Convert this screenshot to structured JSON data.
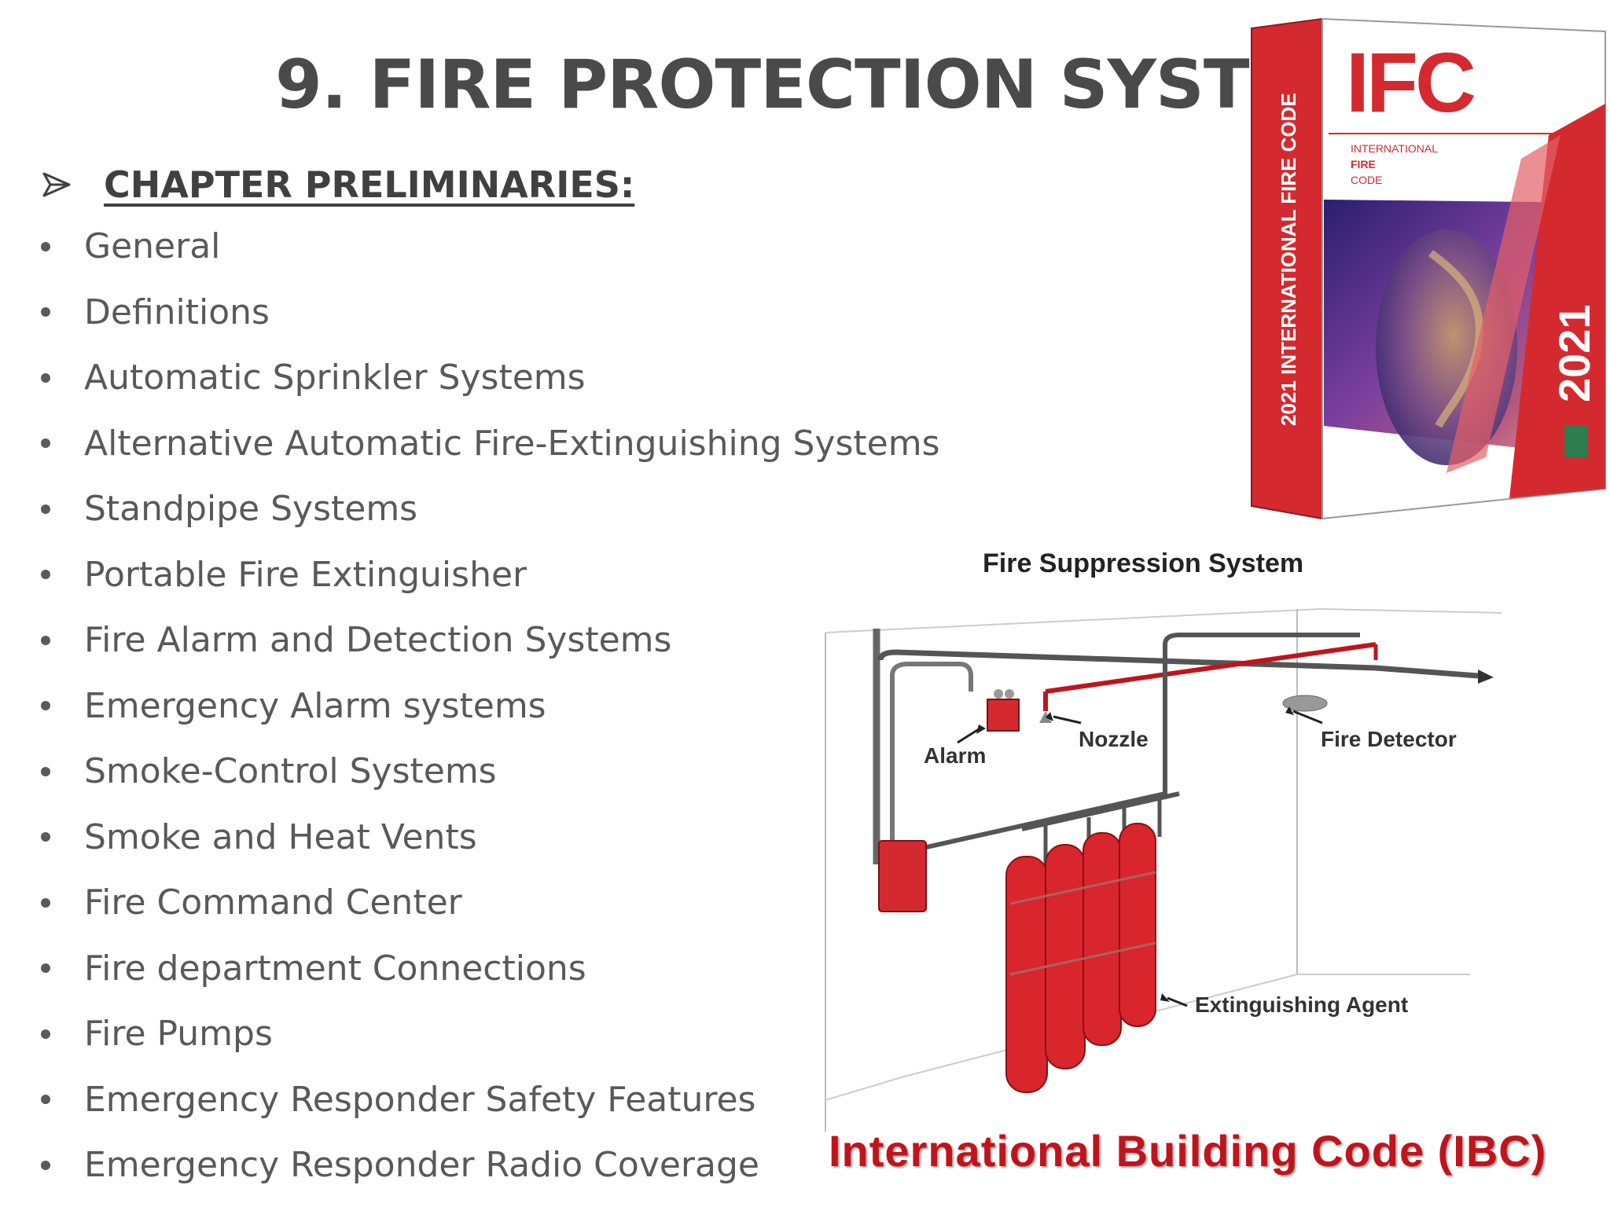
{
  "slide": {
    "title": "9. FIRE PROTECTION SYSTEMS",
    "section_heading": "CHAPTER PRELIMINARIES:",
    "items": [
      "General",
      "Definitions",
      "Automatic Sprinkler Systems",
      "Alternative Automatic Fire-Extinguishing Systems",
      "Standpipe Systems",
      "Portable Fire Extinguisher",
      "Fire Alarm and Detection Systems",
      "Emergency Alarm systems",
      "Smoke-Control Systems",
      "Smoke and Heat Vents",
      "Fire Command Center",
      "Fire department Connections",
      "Fire Pumps",
      "Emergency Responder Safety Features",
      "Emergency Responder Radio Coverage"
    ]
  },
  "book_cover": {
    "logo": "IFC",
    "line1": "INTERNATIONAL",
    "line2": "FIRE",
    "line3": "CODE",
    "spine_text": "2021 INTERNATIONAL FIRE CODE",
    "year": "2021"
  },
  "diagram": {
    "title": "Fire Suppression System",
    "labels": {
      "alarm": "Alarm",
      "nozzle": "Nozzle",
      "fire_detector": "Fire Detector",
      "extinguishing_agent": "Extinguishing Agent"
    }
  },
  "footer_caption": "International Building Code (IBC)",
  "colors": {
    "accent_red": "#d42a2f",
    "caption_red": "#c0141c",
    "text_gray": "#595959"
  }
}
